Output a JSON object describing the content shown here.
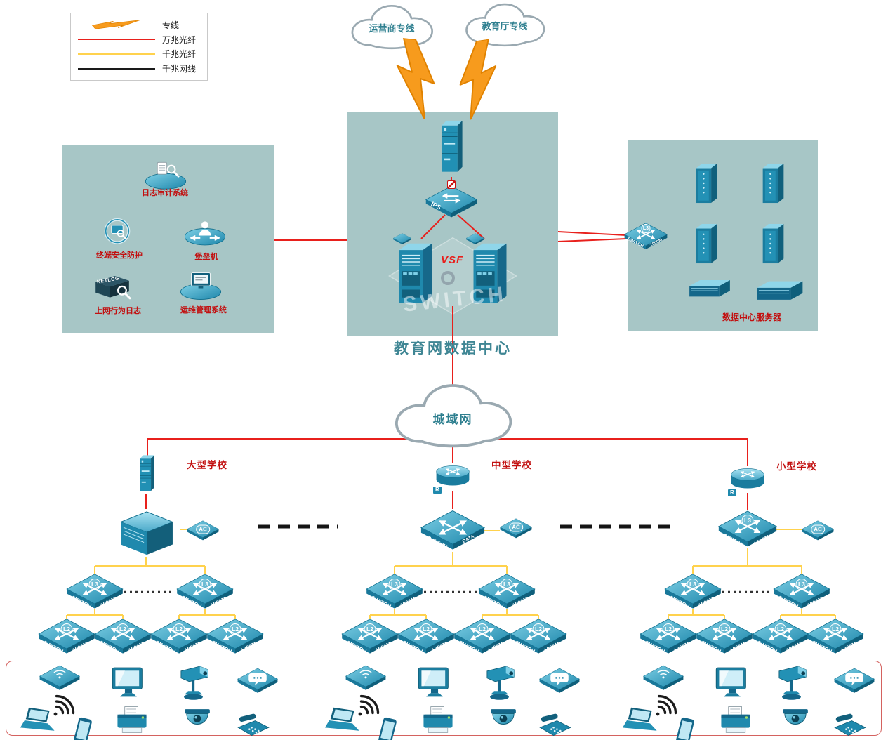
{
  "legend": {
    "items": [
      {
        "label": "专线",
        "type": "lightning",
        "color": "#f79b1d"
      },
      {
        "label": "万兆光纤",
        "type": "line",
        "color": "#e8201c"
      },
      {
        "label": "千兆光纤",
        "type": "line",
        "color": "#ffd24d"
      },
      {
        "label": "千兆网线",
        "type": "line",
        "color": "#1a1a1a"
      }
    ]
  },
  "clouds": {
    "carrier": "运营商专线",
    "education": "教育厅专线",
    "man": "城域网"
  },
  "data_center": {
    "title": "教育网数据中心",
    "ips_label": "IPS",
    "vsf_label": "VSF",
    "watermark": "SWITCH"
  },
  "security_zone": {
    "items": [
      {
        "label": "日志审计系统"
      },
      {
        "label": "终端安全防护"
      },
      {
        "label": "堡垒机"
      },
      {
        "label": "上网行为日志",
        "icon_text": "NETLOG"
      },
      {
        "label": "运维管理系统"
      }
    ]
  },
  "server_zone": {
    "title": "数据中心服务器",
    "switch": {
      "tier": "L3",
      "line1": "SWITCH",
      "line2": "1000M"
    }
  },
  "labels": {
    "switch": "SWITCH",
    "speed": "1000M",
    "l3": "L3",
    "l2": "L2",
    "ac": "AC",
    "router_badge": "R",
    "core_line2": "DATA CENTER"
  },
  "schools": [
    {
      "name": "大型学校"
    },
    {
      "name": "中型学校"
    },
    {
      "name": "小型学校"
    }
  ]
}
